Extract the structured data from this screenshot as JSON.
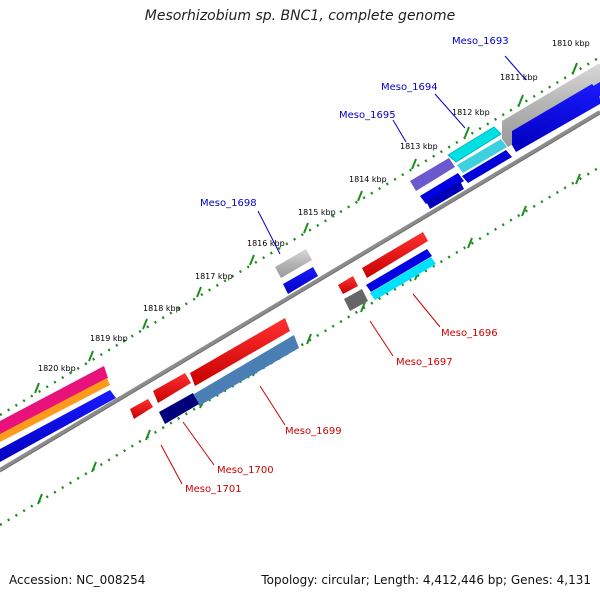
{
  "title": "Mesorhizobium sp. BNC1, complete genome",
  "footer": {
    "accession": "Accession: NC_008254",
    "summary": "Topology: circular; Length: 4,412,446 bp; Genes: 4,131"
  },
  "colors": {
    "forward_label": "#0000cc",
    "reverse_label": "#cc0000",
    "backbone": "#8c8c8c",
    "tick": "#1e8c1e"
  },
  "kbp_labels": [
    "1810 kbp",
    "1811 kbp",
    "1812 kbp",
    "1813 kbp",
    "1814 kbp",
    "1815 kbp",
    "1816 kbp",
    "1817 kbp",
    "1818 kbp",
    "1819 kbp",
    "1820 kbp"
  ],
  "genes": [
    {
      "name": "Meso_1693",
      "strand": "forward"
    },
    {
      "name": "Meso_1694",
      "strand": "forward"
    },
    {
      "name": "Meso_1695",
      "strand": "forward"
    },
    {
      "name": "Meso_1698",
      "strand": "forward"
    },
    {
      "name": "Meso_1696",
      "strand": "reverse"
    },
    {
      "name": "Meso_1697",
      "strand": "reverse"
    },
    {
      "name": "Meso_1699",
      "strand": "reverse"
    },
    {
      "name": "Meso_1700",
      "strand": "reverse"
    },
    {
      "name": "Meso_1701",
      "strand": "reverse"
    }
  ]
}
